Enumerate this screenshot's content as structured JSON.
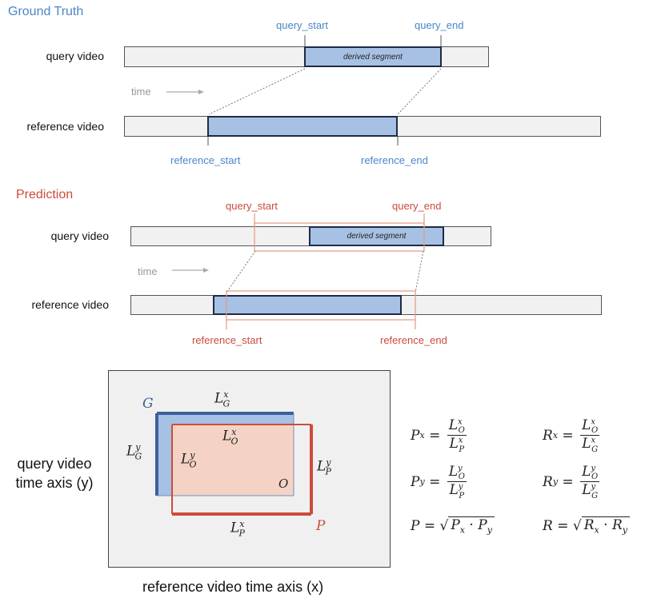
{
  "ground_truth": {
    "title": "Ground Truth",
    "query_label": "query video",
    "reference_label": "reference video",
    "segment_label": "derived segment",
    "time_label": "time",
    "query_start": "query_start",
    "query_end": "query_end",
    "reference_start": "reference_start",
    "reference_end": "reference_end"
  },
  "prediction": {
    "title": "Prediction",
    "query_label": "query video",
    "reference_label": "reference video",
    "segment_label": "derived segment",
    "time_label": "time",
    "query_start": "query_start",
    "query_end": "query_end",
    "reference_start": "reference_start",
    "reference_end": "reference_end"
  },
  "overlap_diagram": {
    "g_label": "G",
    "p_label": "P",
    "o_label": "O",
    "y_axis_label_line1": "query video",
    "y_axis_label_line2": "time axis (y)",
    "x_axis_label": "reference video time axis (x)"
  },
  "colors": {
    "gt_text": "#4a86c8",
    "pred_text": "#cc4b3c",
    "segment_fill": "#a6c1e3",
    "segment_border": "#1f2a44",
    "bar_fill": "#f1f1f1",
    "gt_box": "#3d5f9a",
    "pred_box": "#cc4b3c",
    "overlap_fill": "#f4d3c5"
  }
}
